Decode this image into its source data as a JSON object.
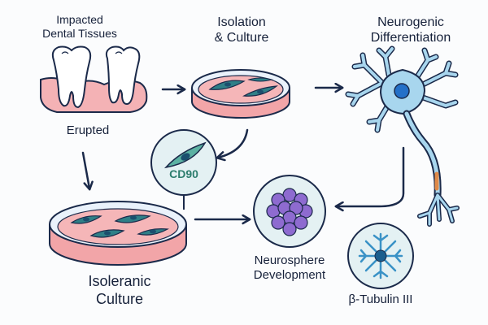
{
  "labels": {
    "impacted": [
      "Impacted",
      "Dental Tissues"
    ],
    "erupted": "Erupted",
    "isolation": [
      "Isolation",
      "& Culture"
    ],
    "neurogenic": [
      "Neurogenic",
      "Differentiation"
    ],
    "cd90": "CD90",
    "isoleranic": [
      "Isoleranic",
      "Culture"
    ],
    "neurosphere": [
      "Neurosphere",
      "Development"
    ],
    "tubulin": "β-Tubulin III"
  },
  "colors": {
    "outline": "#1b2a4a",
    "dish_fill": "#f2a5a8",
    "dish_rim": "#eaf2fb",
    "cell": "#2f7f87",
    "cell_nucleus": "#1b4f6e",
    "circle_bg": "#e4f1f3",
    "neuron": "#a8d6ee",
    "neuron_nucleus": "#2470c8",
    "axon_accent": "#e08a48",
    "sphere": "#8e6bd0",
    "gum": "#f4b2b5",
    "cd90_text": "#2c7d6d"
  },
  "icons": [
    "molar-tooth-icon",
    "petri-dish-icon",
    "neuron-icon",
    "spindle-cell-icon",
    "neurosphere-icon",
    "tubulin-cell-icon",
    "arrow-icon"
  ]
}
